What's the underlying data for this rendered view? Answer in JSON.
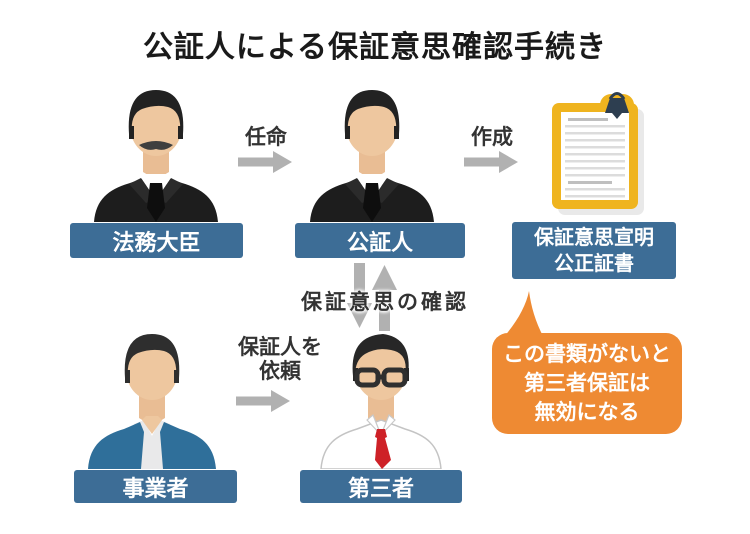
{
  "title": "公証人による保証意思確認手続き",
  "top_row": {
    "minister_label": "法務大臣",
    "appoint_label": "任命",
    "notary_label": "公証人",
    "create_label": "作成",
    "certificate_label_line1": "保証意思宣明",
    "certificate_label_line2": "公正証書"
  },
  "middle": {
    "confirm_label": "保証意思の確認"
  },
  "bottom_row": {
    "business_label": "事業者",
    "request_label_line1": "保証人を",
    "request_label_line2": "依頼",
    "third_party_label": "第三者"
  },
  "callout": {
    "line1": "この書類がないと",
    "line2": "第三者保証は",
    "line3": "無効になる"
  },
  "colors": {
    "label_box_blue": "#3d6d96",
    "callout_orange": "#ee8a33",
    "arrow_gray": "#b1b1b1",
    "clipboard_gold": "#efb41f",
    "clip_navy": "#2d3e50",
    "tie_red": "#ce2127",
    "jacket_blue": "#2f6f9a",
    "suit_black": "#1d1d1d"
  }
}
